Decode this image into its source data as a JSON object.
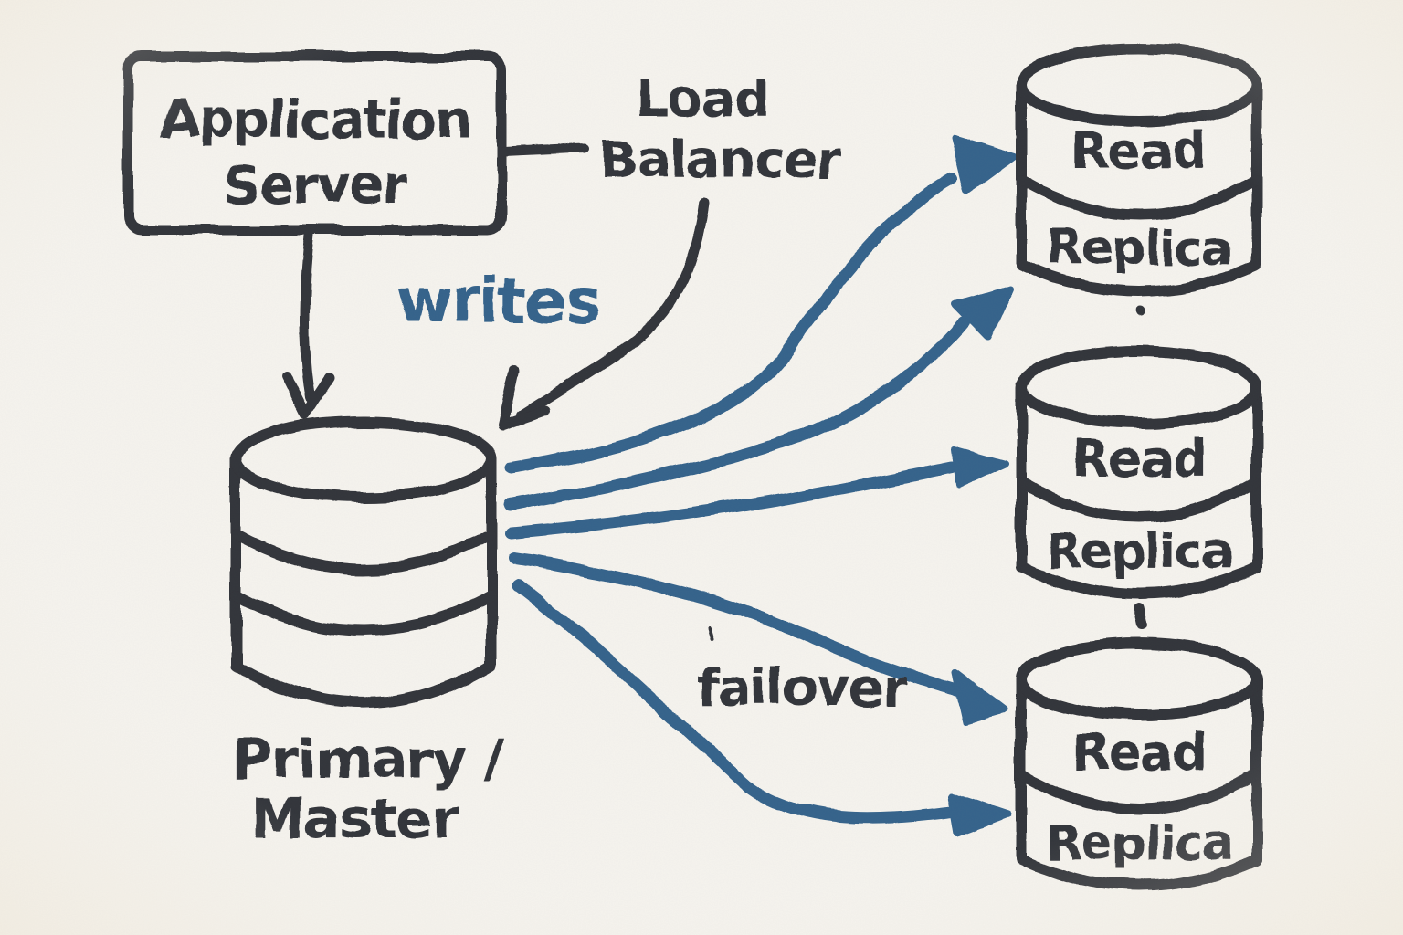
{
  "diagram": {
    "colors": {
      "ink": "#33343a",
      "blue": "#35638c",
      "paper": "#f6f4ef",
      "vignette": "#e9e1d2"
    },
    "app_server": {
      "line1": "Application",
      "line2": "Server"
    },
    "load_balancer": {
      "line1": "Load",
      "line2": "Balancer"
    },
    "writes_label": "writes",
    "failover_label": "failover",
    "primary_db": {
      "line1": "Primary /",
      "line2": "Master"
    },
    "replicas": [
      {
        "line1": "Read",
        "line2": "Replica"
      },
      {
        "line1": "Read",
        "line2": "Replica"
      },
      {
        "line1": "Read",
        "line2": "Replica"
      }
    ]
  }
}
